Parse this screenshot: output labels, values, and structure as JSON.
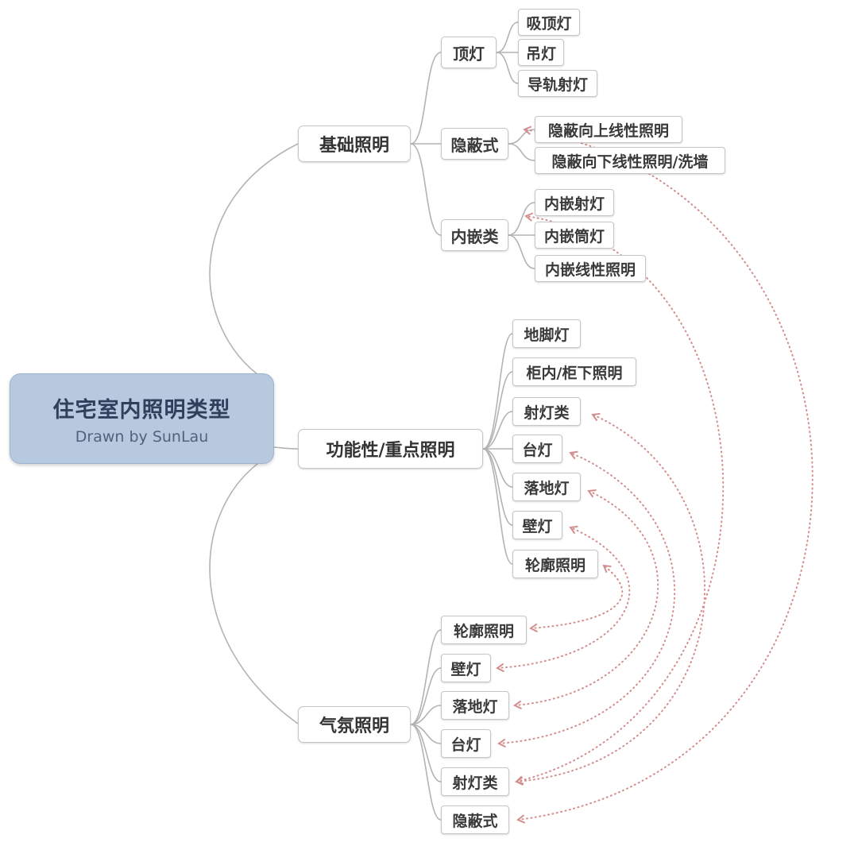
{
  "root": {
    "title": "住宅室内照明类型",
    "subtitle": "Drawn by SunLau"
  },
  "branches": [
    {
      "label": "基础照明",
      "children": [
        {
          "label": "顶灯",
          "children": [
            {
              "label": "吸顶灯"
            },
            {
              "label": "吊灯"
            },
            {
              "label": "导轨射灯"
            }
          ]
        },
        {
          "label": "隐蔽式",
          "children": [
            {
              "label": "隐蔽向上线性照明"
            },
            {
              "label": "隐蔽向下线性照明/洗墙"
            }
          ]
        },
        {
          "label": "内嵌类",
          "children": [
            {
              "label": "内嵌射灯"
            },
            {
              "label": "内嵌筒灯"
            },
            {
              "label": "内嵌线性照明"
            }
          ]
        }
      ]
    },
    {
      "label": "功能性/重点照明",
      "children": [
        {
          "label": "地脚灯"
        },
        {
          "label": "柜内/柜下照明"
        },
        {
          "label": "射灯类"
        },
        {
          "label": "台灯"
        },
        {
          "label": "落地灯"
        },
        {
          "label": "壁灯"
        },
        {
          "label": "轮廓照明"
        }
      ]
    },
    {
      "label": "气氛照明",
      "children": [
        {
          "label": "轮廓照明"
        },
        {
          "label": "壁灯"
        },
        {
          "label": "落地灯"
        },
        {
          "label": "台灯"
        },
        {
          "label": "射灯类"
        },
        {
          "label": "隐蔽式"
        }
      ]
    }
  ],
  "relationships": [
    {
      "from": "气氛照明 > 轮廓照明",
      "to": "功能性/重点照明 > 轮廓照明"
    },
    {
      "from": "气氛照明 > 壁灯",
      "to": "功能性/重点照明 > 壁灯"
    },
    {
      "from": "气氛照明 > 落地灯",
      "to": "功能性/重点照明 > 落地灯"
    },
    {
      "from": "气氛照明 > 台灯",
      "to": "功能性/重点照明 > 台灯"
    },
    {
      "from": "气氛照明 > 射灯类",
      "to": "功能性/重点照明 > 射灯类"
    },
    {
      "from": "气氛照明 > 射灯类",
      "to": "基础照明 > 内嵌类"
    },
    {
      "from": "气氛照明 > 隐蔽式",
      "to": "基础照明 > 隐蔽式"
    }
  ],
  "colors": {
    "relationship_arrow": "#d48c8c",
    "tree_connector": "#b3b3b3",
    "root_fill": "#b7c9de",
    "node_border": "#c6c6c6",
    "text": "#3a3a3a"
  }
}
